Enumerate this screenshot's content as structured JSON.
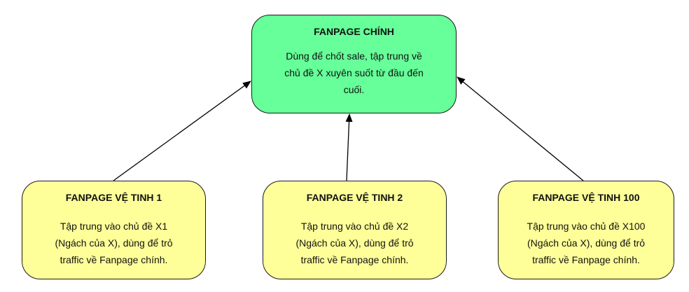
{
  "main_box": {
    "title": "FANPAGE CHÍNH",
    "lines": [
      "Dùng để chốt sale, tập trung về",
      "chủ đề X xuyên suốt từ đầu đến",
      "cuối."
    ]
  },
  "satellites": [
    {
      "title": "FANPAGE VỆ TINH 1",
      "lines": [
        "Tập trung vào chủ đề X1",
        "(Ngách của X), dùng để trỏ",
        "traffic về Fanpage chính."
      ]
    },
    {
      "title": "FANPAGE VỆ TINH 2",
      "lines": [
        "Tập trung vào chủ đề X2",
        "(Ngách của X), dùng để trỏ",
        "traffic về Fanpage chính."
      ]
    },
    {
      "title": "FANPAGE VỆ TINH 100",
      "lines": [
        "Tập trung vào chủ đề X100",
        "(Ngách của X), dùng để trỏ",
        "traffic về Fanpage chính."
      ]
    }
  ],
  "colors": {
    "main_fill": "#66ff99",
    "satellite_fill": "#ffff99",
    "border": "#1a1a1a",
    "arrow": "#000000"
  }
}
